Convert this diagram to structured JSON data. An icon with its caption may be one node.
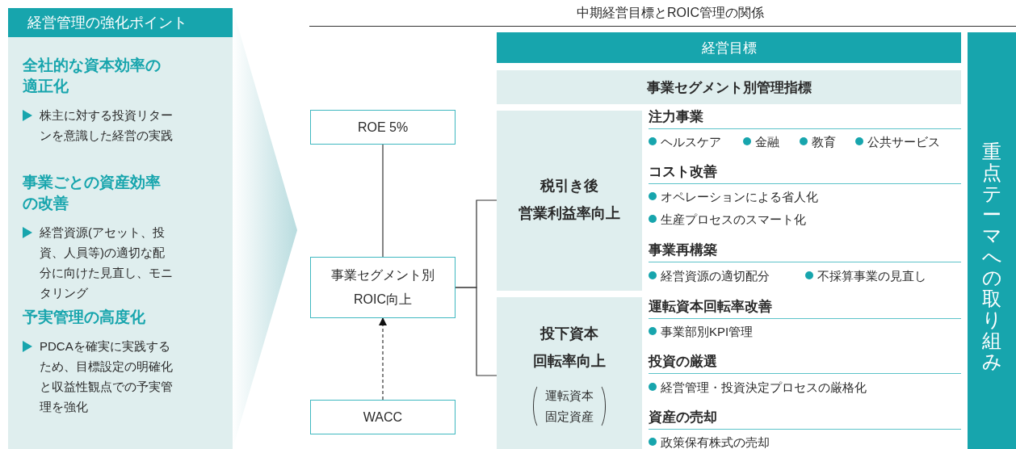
{
  "diagram": {
    "title": "中期経営目標とROIC管理の関係",
    "nodes": [
      {
        "text": [
          "経営管理の強化ポイント"
        ]
      },
      {
        "text": [
          "全社的な資本効率の適正化",
          "株主に対する投資リターンを意識した経営の実践"
        ],
        "in": 0
      },
      {
        "text": [
          "事業ごとの資産効率の改善",
          "経営資源(アセット、投資、人員等)の適切な配分に向けた見直し、モニタリング"
        ],
        "in": 0
      },
      {
        "text": [
          "予実管理の高度化",
          "PDCAを確実に実践するため、目標設定の明確化と収益性観点での予実管理を強化"
        ],
        "in": 0
      },
      {
        "text": [
          "ROE 5%"
        ]
      },
      {
        "text": [
          "事業セグメント別ROIC向上"
        ]
      },
      {
        "text": [
          "WACC"
        ]
      },
      {
        "text": [
          "経営目標"
        ]
      },
      {
        "text": [
          "事業セグメント別管理指標"
        ]
      },
      {
        "text": [
          "税引き後営業利益率向上"
        ]
      },
      {
        "text": [
          "投下資本回転率向上",
          "運転資本固定資産"
        ]
      },
      {
        "text": [
          "重点テーマへの取り組み"
        ]
      }
    ],
    "edges": [
      {
        "from": 4,
        "to": 5,
        "arrow": "none"
      },
      {
        "from": 6,
        "to": 5,
        "arrow": "to",
        "style": "dashed"
      },
      {
        "from": 5,
        "to": 9,
        "arrow": "none"
      },
      {
        "from": 5,
        "to": 10,
        "arrow": "none"
      }
    ],
    "labels": [
      "注力事業",
      "ヘルスケア",
      "金融",
      "教育",
      "公共サービス",
      "コスト改善",
      "オペレーションによる省人化",
      "生産プロセスのスマート化",
      "事業再構築",
      "経営資源の適切配分",
      "不採算事業の見直し",
      "運転資本回転率改善",
      "事業部別KPI管理",
      "投資の厳選",
      "経営管理・投資決定プロセスの厳格化",
      "資産の売却",
      "政策保有株式の売却"
    ]
  }
}
